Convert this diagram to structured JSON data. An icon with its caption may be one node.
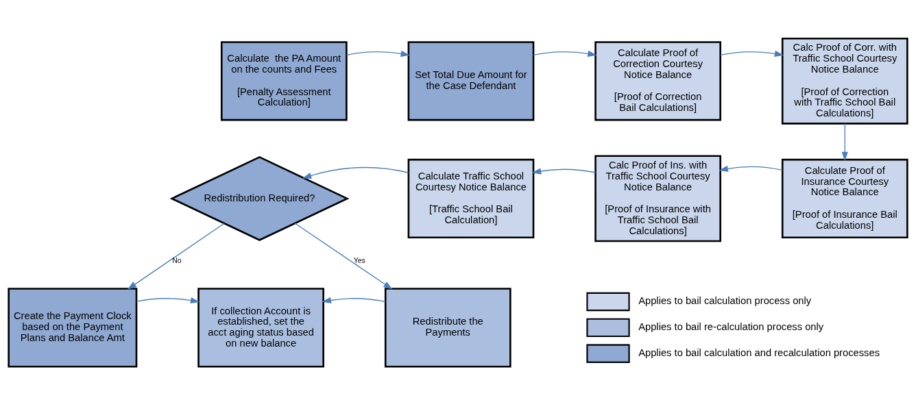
{
  "diagram": {
    "nodes": [
      {
        "text": [
          "Calculate  the PA Amount on the counts and Fees",
          "[Penalty Assessment Calculation]"
        ]
      },
      {
        "text": [
          "Set Total Due Amount for the Case Defendant"
        ]
      },
      {
        "text": [
          "Calculate Proof of Correction Courtesy Notice Balance",
          "[Proof of Correction Bail Calculations]"
        ]
      },
      {
        "text": [
          "Calc Proof of Corr. with Traffic School Courtesy Notice Balance",
          "[Proof of Correction with Traffic School Bail Calculations]"
        ]
      },
      {
        "text": [
          "Calculate Proof of Insurance Courtesy Notice Balance",
          "[Proof of Insurance Bail Calculations]"
        ]
      },
      {
        "text": [
          "Calc Proof of Ins. with Traffic School Courtesy Notice Balance",
          "[Proof of Insurance with Traffic School Bail Calculations]"
        ]
      },
      {
        "text": [
          "Calculate Traffic School Courtesy Notice Balance",
          "[Traffic School Bail Calculation]"
        ]
      },
      {
        "text": [
          "Redistribution Required?"
        ]
      },
      {
        "text": [
          "Create the Payment Clock based on the Payment Plans and Balance Amt"
        ]
      },
      {
        "text": [
          "If collection Account is established, set the acct aging status based on new balance"
        ]
      },
      {
        "text": [
          "Redistribute the Payments"
        ]
      }
    ],
    "edges": [
      {
        "from": 0,
        "to": 1,
        "arrow": "to"
      },
      {
        "from": 1,
        "to": 2,
        "arrow": "to"
      },
      {
        "from": 2,
        "to": 3,
        "arrow": "to"
      },
      {
        "from": 3,
        "to": 4,
        "arrow": "to"
      },
      {
        "from": 4,
        "to": 5,
        "arrow": "to"
      },
      {
        "from": 5,
        "to": 6,
        "arrow": "to"
      },
      {
        "from": 6,
        "to": 7,
        "arrow": "to"
      },
      {
        "from": 7,
        "to": 8,
        "label": "No",
        "arrow": "to"
      },
      {
        "from": 7,
        "to": 10,
        "label": "Yes",
        "arrow": "to"
      },
      {
        "from": 10,
        "to": 9,
        "arrow": "to"
      },
      {
        "from": 8,
        "to": 9,
        "arrow": "to"
      }
    ],
    "legend": [
      {
        "text": "Applies to bail calculation process only",
        "color": "#c9d6ec"
      },
      {
        "text": "Applies to bail re-calculation process only",
        "color": "#aabfdf"
      },
      {
        "text": "Applies to bail calculation and recalculation processes",
        "color": "#8fa9d2"
      }
    ]
  }
}
